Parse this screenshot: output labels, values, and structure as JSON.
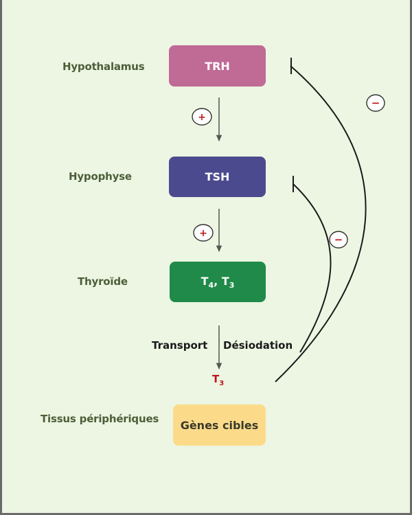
{
  "levels": [
    {
      "label": "Hypothalamus",
      "box": "TRH",
      "color": "#c06a96"
    },
    {
      "label": "Hypophyse",
      "box": "TSH",
      "color": "#4c4a8e"
    },
    {
      "label": "Thyroïde",
      "box_main_a": "T",
      "box_sub_a": "4",
      "box_sep": ", T",
      "box_sub_b": "3",
      "color": "#208a4a"
    },
    {
      "label": "Tissus périphériques",
      "box": "Gènes cibles",
      "color": "#fbdb8a"
    }
  ],
  "signs": {
    "plus": "+",
    "minus": "−"
  },
  "transport_label": "Transport",
  "desiodation_label": "Désiodation",
  "t3_main": "T",
  "t3_sub": "3",
  "colors": {
    "background": "#ecf6e2",
    "label": "#4d5e39",
    "arrow": "#555555",
    "sign_red": "#c0161c"
  }
}
